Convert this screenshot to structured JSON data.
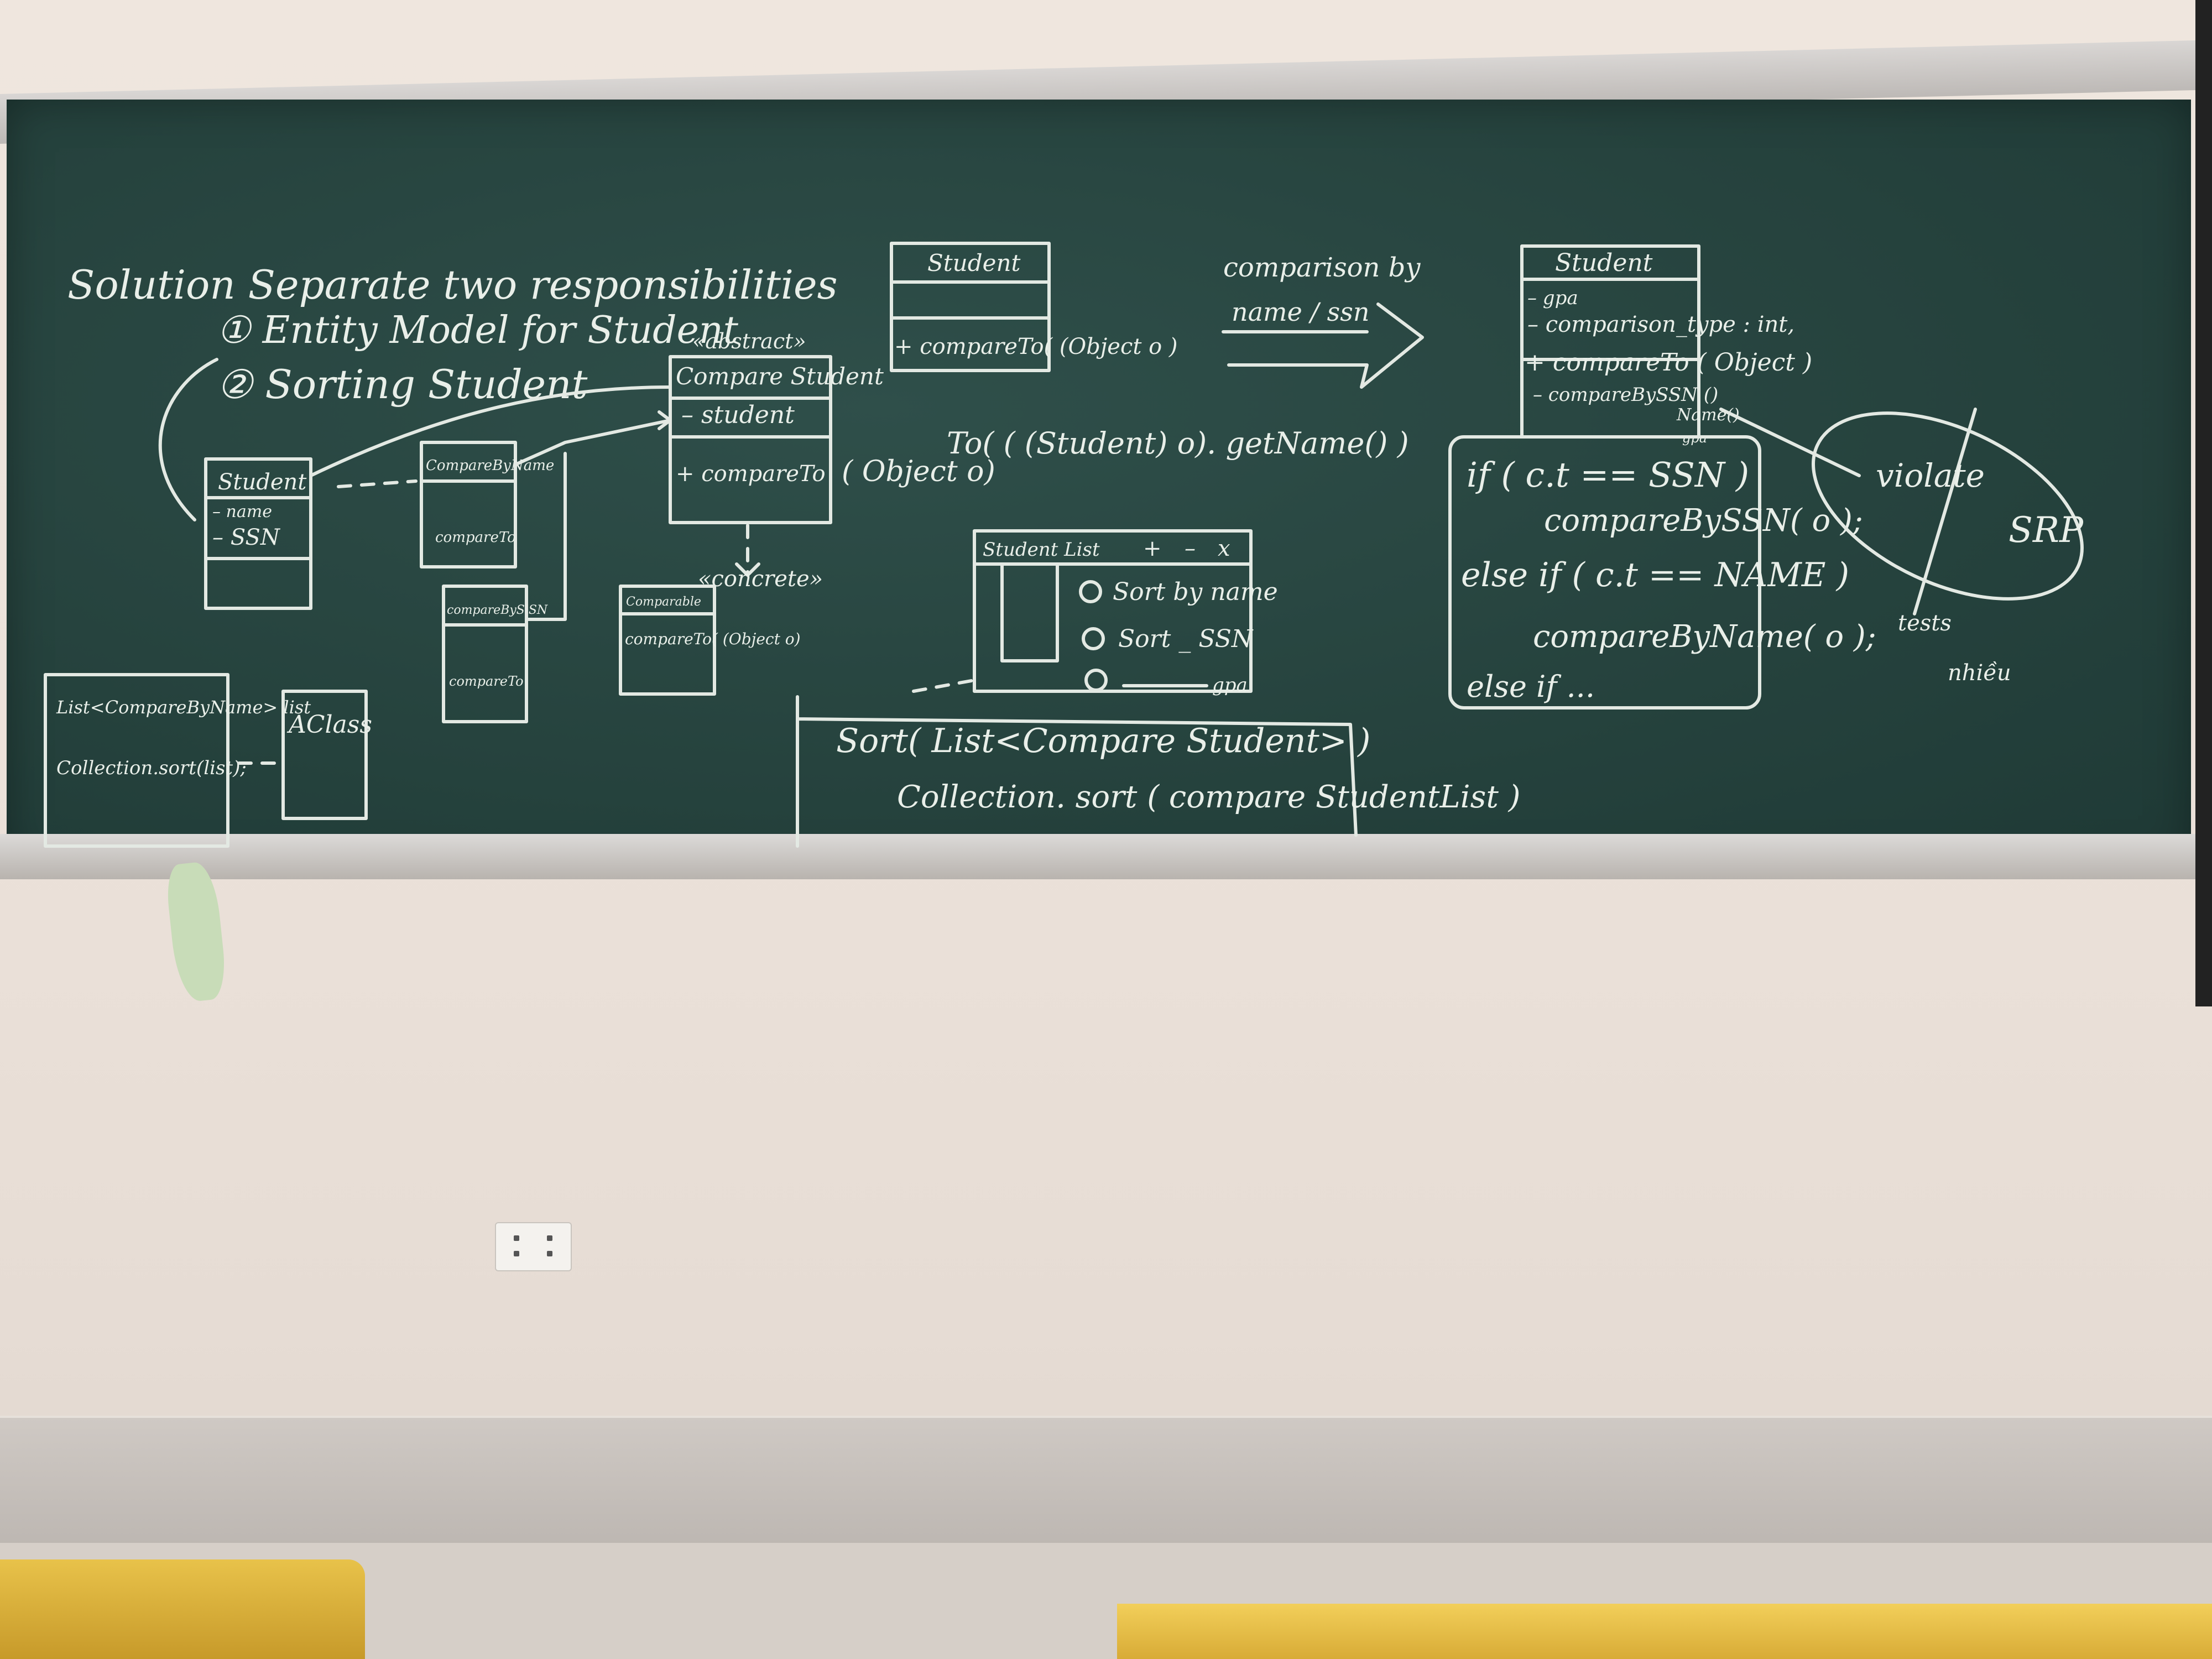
{
  "board": {
    "heading": "Solution   Separate two responsibilities",
    "item1": "① Entity Model for Student",
    "item2": "② Sorting Student",
    "student_box": {
      "title": "Student",
      "f1": "– name",
      "f2": "– SSN"
    },
    "stereotype_abstract": "«abstract»",
    "compare_student": {
      "title": "Compare Student",
      "field": "– student",
      "method": "+ compareTo"
    },
    "compare_call": "( Object  o)",
    "compare_call_end": "To( ( (Student) o). getName() )",
    "compare_by_name": {
      "title": "CompareByName",
      "method": "compareTo"
    },
    "compare_by_ssn": {
      "title": "compareByS SN",
      "method": "compareTo"
    },
    "stereotype_concrete": "«concrete»",
    "comparable": {
      "title": "Comparable",
      "method": "compareTo( (Object o)"
    },
    "student_top": {
      "title": "Student",
      "method": "+ compareTo( (Object o )"
    },
    "comparison_note": "comparison by",
    "comparison_opts": "name / ssn",
    "student_right": {
      "title": "Student",
      "f1": "– gpa",
      "f2": "– comparison_type : int,",
      "m1": "+ compareTo ( Object        )",
      "m2": "– compareBySSN ()",
      "m3": "Name()",
      "m4": "gpa"
    },
    "code1": "if ( c.t  ==   SSN )",
    "code2": "compareBySSN( o );",
    "code3": "else  if ( c.t  ==  NAME )",
    "code4": "compareByName( o );",
    "code5": "else  if ...",
    "violate": "violate",
    "srp": "SRP",
    "note1": "tests",
    "note2": "nhiều",
    "list_box": {
      "line1": "List<CompareByName> list",
      "line2": "Collection.sort(list);"
    },
    "a_class": "AClass",
    "window": {
      "title": "Student List",
      "plus": "+",
      "minus": "–",
      "close": "x",
      "opt1": "Sort by name",
      "opt2": "Sort _ SSN",
      "opt3": "gpa"
    },
    "sort_call": "Sort( List<Compare Student> )",
    "sort_body": "Collection. sort ( compare StudentList )"
  },
  "colors": {
    "board": "#26433e",
    "chalk": "#e9efe9",
    "wall": "#ede4dc",
    "desk": "#e8c24a"
  }
}
